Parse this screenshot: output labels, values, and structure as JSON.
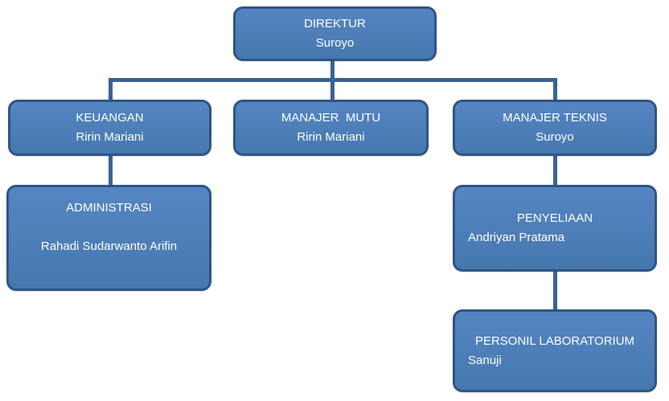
{
  "diagram": {
    "type": "org-chart",
    "background_color": "#ffffff",
    "node_fill_color": "#4d7eb8",
    "node_border_color": "#2e5586",
    "connector_color": "#3a6295",
    "text_color": "#ffffff"
  },
  "nodes": {
    "direktur": {
      "role": "DIREKTUR",
      "name": "Suroyo"
    },
    "keuangan": {
      "role": "KEUANGAN",
      "name": "Ririn Mariani"
    },
    "manajer_mutu": {
      "role": "MANAJER  MUTU",
      "name": "Ririn Mariani"
    },
    "manajer_teknis": {
      "role": "MANAJER TEKNIS",
      "name": "Suroyo"
    },
    "administrasi": {
      "role": "ADMINISTRASI",
      "name": "Rahadi Sudarwanto Arifin"
    },
    "penyeliaan": {
      "role": "PENYELIAAN",
      "name": "Andriyan Pratama"
    },
    "personil_laboratorium": {
      "role": "PERSONIL LABORATORIUM",
      "name": "Sanuji"
    }
  },
  "edges": [
    {
      "parent": "DIREKTUR",
      "child": "KEUANGAN"
    },
    {
      "parent": "DIREKTUR",
      "child": "MANAJER  MUTU"
    },
    {
      "parent": "DIREKTUR",
      "child": "MANAJER TEKNIS"
    },
    {
      "parent": "KEUANGAN",
      "child": "ADMINISTRASI"
    },
    {
      "parent": "MANAJER TEKNIS",
      "child": "PENYELIAAN"
    },
    {
      "parent": "PENYELIAAN",
      "child": "PERSONIL LABORATORIUM"
    }
  ]
}
